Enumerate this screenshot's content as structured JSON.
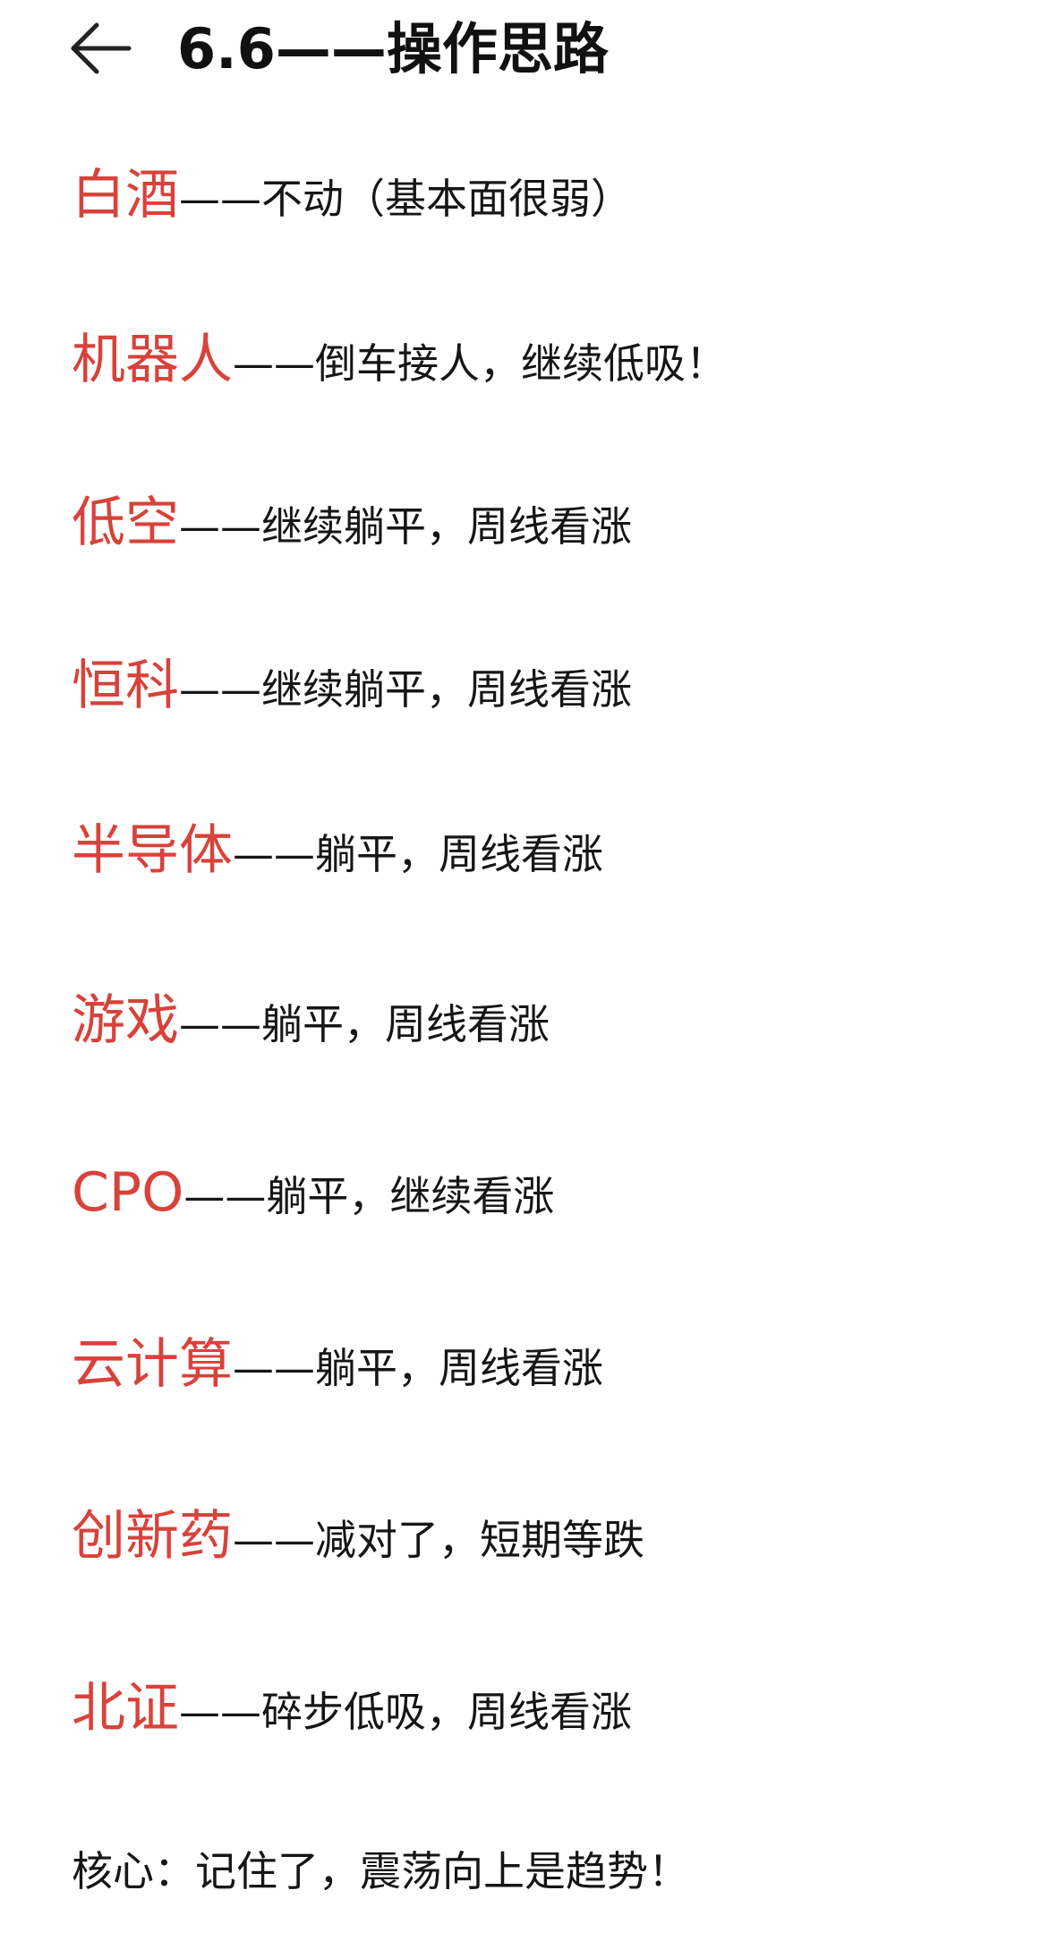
{
  "header": {
    "back_icon": "arrow-left-icon",
    "title": "6.6——操作思路"
  },
  "sectors": [
    {
      "name": "白酒",
      "note": "——不动（基本面很弱）"
    },
    {
      "name": "机器人",
      "note": "——倒车接人，继续低吸！"
    },
    {
      "name": "低空",
      "note": "——继续躺平，周线看涨"
    },
    {
      "name": "恒科",
      "note": "——继续躺平，周线看涨"
    },
    {
      "name": "半导体",
      "note": "——躺平，周线看涨"
    },
    {
      "name": "游戏",
      "note": "——躺平，周线看涨"
    },
    {
      "name": "CPO",
      "note": "——躺平，继续看涨"
    },
    {
      "name": "云计算",
      "note": "——躺平，周线看涨"
    },
    {
      "name": "创新药",
      "note": "——减对了，短期等跌"
    },
    {
      "name": "北证",
      "note": "——碎步低吸，周线看涨"
    }
  ],
  "core": "核心：记住了，震荡向上是趋势！",
  "colors": {
    "sector_red": "#d8423a",
    "text": "#161616"
  }
}
